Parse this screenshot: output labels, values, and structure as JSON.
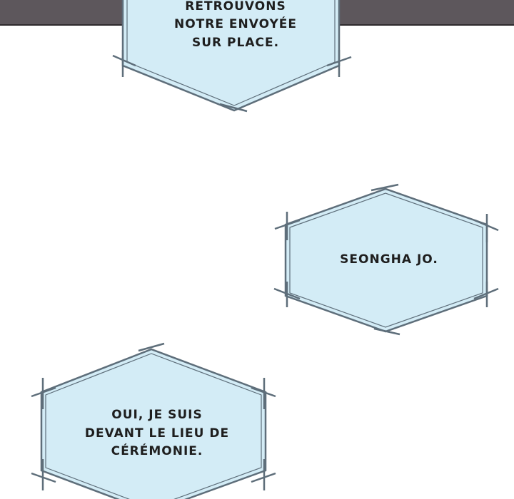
{
  "panel": {
    "background": "#ffffff",
    "top_band_color": "#5d575c",
    "bubble_fill": "#d3ecf6",
    "bubble_stroke": "#5e6e7a"
  },
  "bubbles": [
    {
      "lines": [
        "RETROUVONS",
        "NOTRE ENVOYÉE",
        "SUR PLACE."
      ]
    },
    {
      "lines": [
        "SEONGHA JO."
      ]
    },
    {
      "lines": [
        "OUI, JE SUIS",
        "DEVANT LE LIEU DE",
        "CÉRÉMONIE."
      ]
    }
  ]
}
